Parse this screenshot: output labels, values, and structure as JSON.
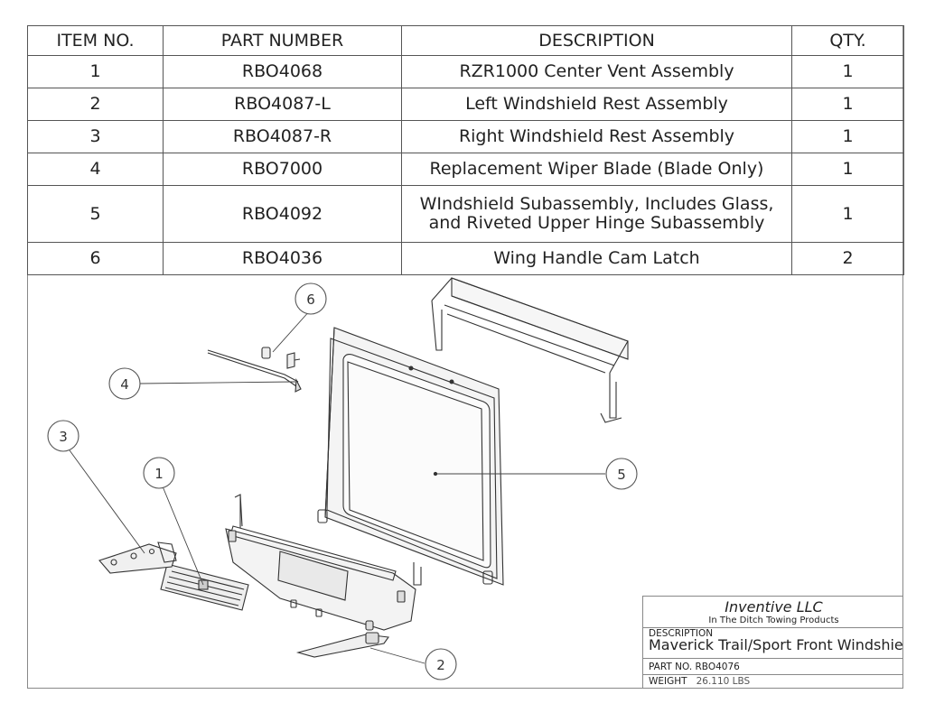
{
  "bom": {
    "headers": {
      "item": "ITEM NO.",
      "part": "PART NUMBER",
      "desc": "DESCRIPTION",
      "qty": "QTY."
    },
    "rows": [
      {
        "item": "1",
        "part": "RBO4068",
        "desc1": "RZR1000 Center Vent Assembly",
        "desc2": "",
        "qty": "1"
      },
      {
        "item": "2",
        "part": "RBO4087-L",
        "desc1": "Left Windshield Rest Assembly",
        "desc2": "",
        "qty": "1"
      },
      {
        "item": "3",
        "part": "RBO4087-R",
        "desc1": "Right Windshield Rest Assembly",
        "desc2": "",
        "qty": "1"
      },
      {
        "item": "4",
        "part": "RBO7000",
        "desc1": "Replacement Wiper Blade (Blade Only)",
        "desc2": "",
        "qty": "1"
      },
      {
        "item": "5",
        "part": "RBO4092",
        "desc1": "WIndshield Subassembly, Includes Glass,",
        "desc2": "and Riveted Upper Hinge Subassembly",
        "qty": "1"
      },
      {
        "item": "6",
        "part": "RBO4036",
        "desc1": "Wing Handle Cam Latch",
        "desc2": "",
        "qty": "2"
      }
    ]
  },
  "balloons": {
    "b1": "1",
    "b2": "2",
    "b3": "3",
    "b4": "4",
    "b5": "5",
    "b6": "6"
  },
  "title_block": {
    "company": "Inventive LLC",
    "subtitle": "In The Ditch Towing Products",
    "description_label": "DESCRIPTION",
    "description": "Maverick Trail/Sport Front Windshield A",
    "part_no_label": "PART  NO.",
    "part_no": "RBO4076",
    "weight_label": "WEIGHT",
    "weight": "26.110  LBS"
  }
}
